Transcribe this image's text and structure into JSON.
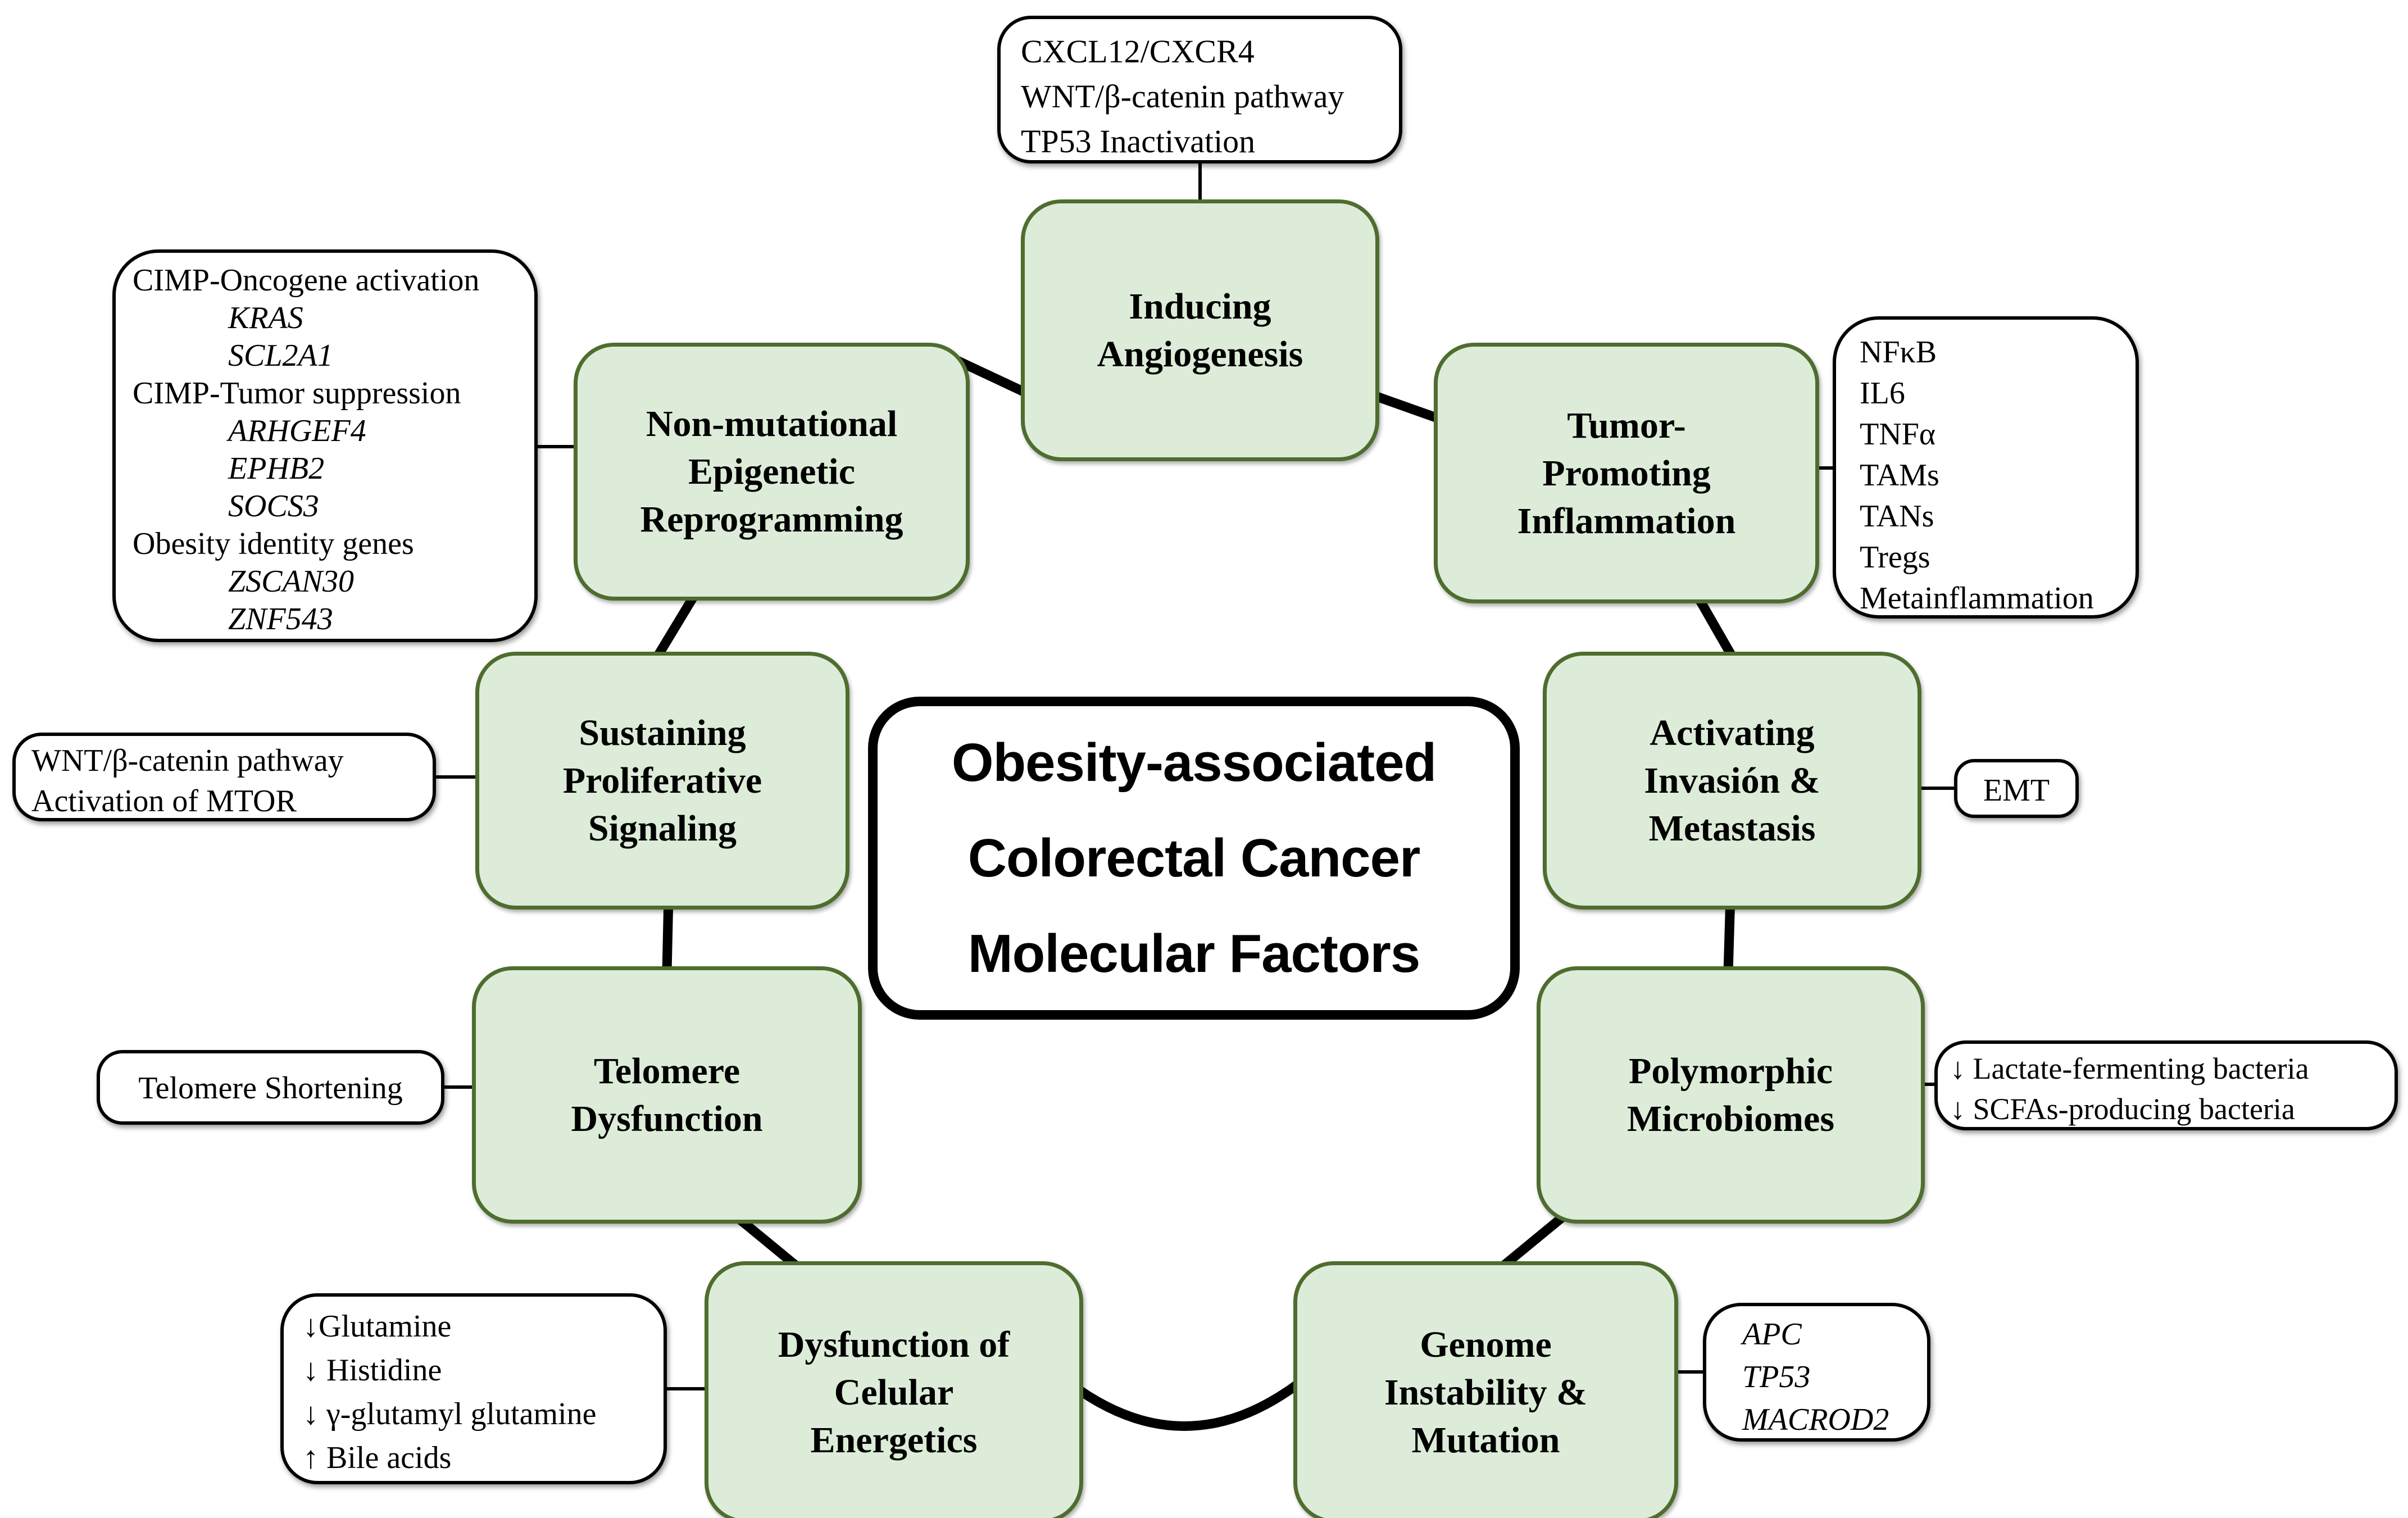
{
  "colors": {
    "hallmark_fill": "#dcecd8",
    "hallmark_border": "#4e6d2f",
    "annotation_fill": "#ffffff",
    "line_color": "#000000"
  },
  "center_title": {
    "lines": [
      "Obesity-associated",
      "Colorectal Cancer",
      "Molecular Factors"
    ]
  },
  "hallmarks": {
    "inducing_angiogenesis": {
      "lines": [
        "Inducing",
        "Angiogenesis"
      ]
    },
    "tumor_promoting_inflammation": {
      "lines": [
        "Tumor-",
        "Promoting",
        "Inflammation"
      ]
    },
    "nonmutational_epigenetic_reprogramming": {
      "lines": [
        "Non-mutational",
        "Epigenetic",
        "Reprogramming"
      ]
    },
    "sustaining_proliferative_signaling": {
      "lines": [
        "Sustaining",
        "Proliferative",
        "Signaling"
      ]
    },
    "activating_invasion_metastasis": {
      "lines": [
        "Activating",
        "Invasión &",
        "Metastasis"
      ]
    },
    "telomere_dysfunction": {
      "lines": [
        "Telomere",
        "Dysfunction"
      ]
    },
    "polymorphic_microbiomes": {
      "lines": [
        "Polymorphic",
        "Microbiomes"
      ]
    },
    "dysfunction_celular_energetics": {
      "lines": [
        "Dysfunction of",
        "Celular",
        "Energetics"
      ]
    },
    "genome_instability_mutation": {
      "lines": [
        "Genome",
        "Instability &",
        "Mutation"
      ]
    }
  },
  "annotations": {
    "angiogenesis_factors": {
      "lines": [
        "CXCL12/CXCR4",
        "WNT/β-catenin pathway",
        "TP53 Inactivation"
      ]
    },
    "epigenetic_factors": {
      "lines": [
        "CIMP-Oncogene activation",
        "KRAS",
        "SCL2A1",
        "CIMP-Tumor suppression",
        "ARHGEF4",
        "EPHB2",
        "SOCS3",
        "Obesity identity genes",
        "ZSCAN30",
        "ZNF543"
      ]
    },
    "inflammation_factors": {
      "lines": [
        "NFκB",
        "IL6",
        "TNFα",
        "TAMs",
        "TANs",
        "Tregs",
        "Metainflammation"
      ]
    },
    "proliferative_factors": {
      "lines": [
        "WNT/β-catenin pathway",
        "Activation of MTOR"
      ]
    },
    "invasion_factors": {
      "lines": [
        "EMT"
      ]
    },
    "telomere_factors": {
      "lines": [
        "Telomere Shortening"
      ]
    },
    "microbiome_factors": {
      "lines": [
        "↓ Lactate-fermenting bacteria",
        "↓ SCFAs-producing bacteria"
      ]
    },
    "energetics_factors": {
      "lines": [
        "↓Glutamine",
        "↓ Histidine",
        "↓ γ-glutamyl glutamine",
        "↑ Bile acids"
      ]
    },
    "genome_factors": {
      "lines": [
        "APC",
        "TP53",
        "MACROD2"
      ]
    }
  }
}
